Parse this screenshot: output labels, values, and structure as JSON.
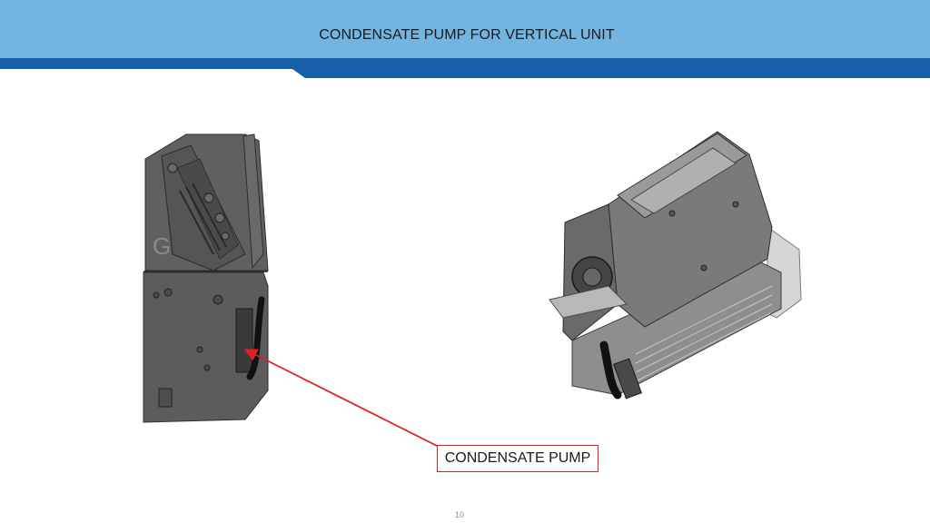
{
  "slide": {
    "title": "CONDENSATE PUMP FOR VERTICAL UNIT",
    "callout_label": "CONDENSATE PUMP",
    "page_number": "10",
    "left_figure_mark": "G"
  },
  "colors": {
    "header_light": "#74b4e0",
    "header_dark": "#1560a8",
    "callout_red": "#e02020",
    "model_gray": "#5c5c5c"
  },
  "icons": {
    "left_figure": "vertical-unit-side-view-illustration",
    "right_figure": "vertical-unit-isometric-view-illustration",
    "arrow": "callout-arrow"
  }
}
